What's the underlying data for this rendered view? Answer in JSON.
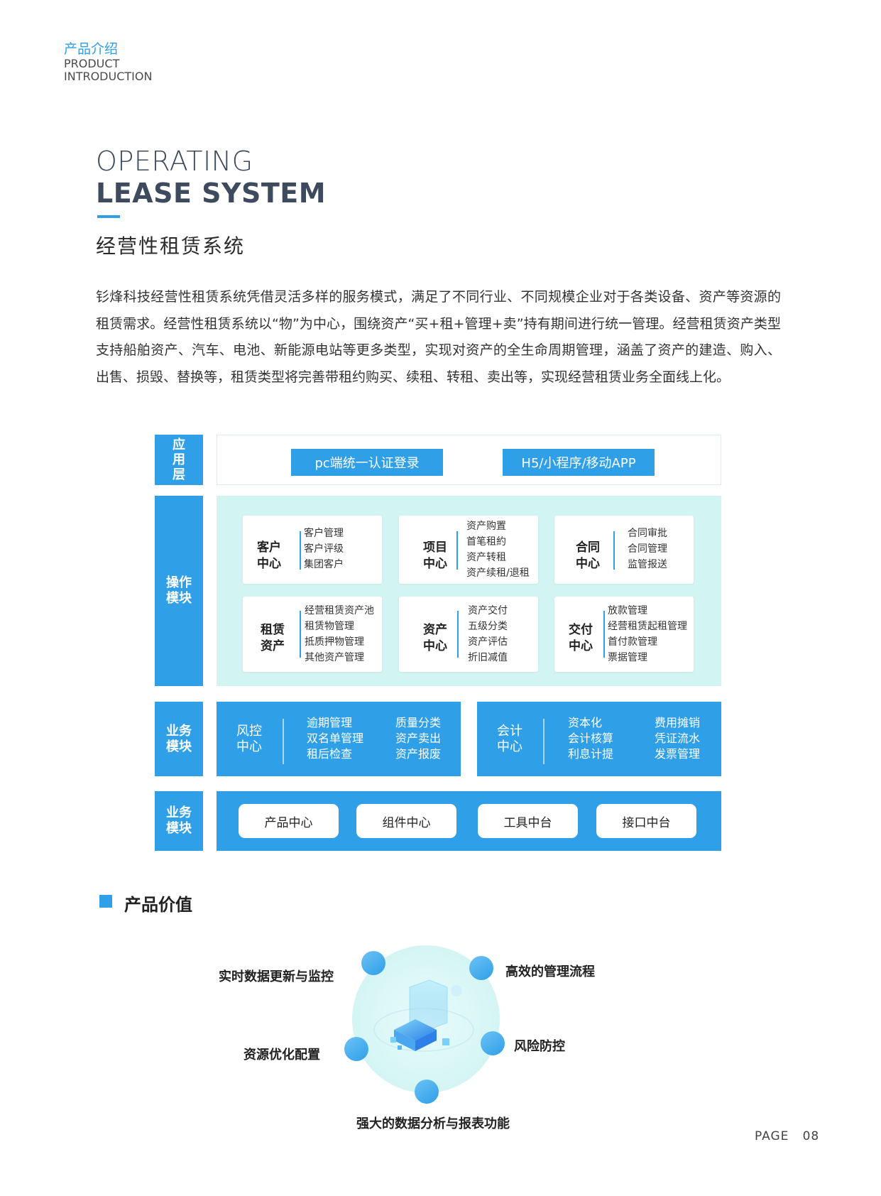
{
  "header": {
    "section_cn": "产品介绍",
    "section_en_1": "PRODUCT",
    "section_en_2": "INTRODUCTION"
  },
  "title": {
    "en_line1": "OPERATING",
    "en_line2": "LEASE SYSTEM",
    "cn": "经营性租赁系统"
  },
  "intro": "钐烽科技经营性租赁系统凭借灵活多样的服务模式，满足了不同行业、不同规模企业对于各类设备、资产等资源的租赁需求。经营性租赁系统以“物”为中心，围绕资产“买+租+管理+卖”持有期间进行统一管理。经营租赁资产类型支持船舶资产、汽车、电池、新能源电站等更多类型，实现对资产的全生命周期管理，涵盖了资产的建造、购入、出售、损毁、替换等，租赁类型将完善带租约购买、续租、转租、卖出等，实现经营租赁业务全面线上化。",
  "diagram": {
    "layers": {
      "app": [
        "应",
        "用",
        "层"
      ],
      "ops": [
        "操作",
        "模块"
      ],
      "biz": [
        "业务",
        "模块"
      ],
      "platform": [
        "业务",
        "模块"
      ]
    },
    "app_buttons": [
      "pc端统一认证登录",
      "H5/小程序/移动APP"
    ],
    "op_cards": [
      {
        "title": [
          "客户",
          "中心"
        ],
        "items": [
          "客户管理",
          "客户评级",
          "集团客户"
        ]
      },
      {
        "title": [
          "项目",
          "中心"
        ],
        "items": [
          "资产购置",
          "首笔租約",
          "资产转租",
          "资产续租/退租"
        ]
      },
      {
        "title": [
          "合同",
          "中心"
        ],
        "items": [
          "合同审批",
          "合同管理",
          "监管报送"
        ]
      },
      {
        "title": [
          "租赁",
          "资产"
        ],
        "items": [
          "经营租赁资产池",
          "租赁物管理",
          "抵质押物管理",
          "其他资产管理"
        ]
      },
      {
        "title": [
          "资产",
          "中心"
        ],
        "items": [
          "资产交付",
          "五级分类",
          "资产评估",
          "折旧减值"
        ]
      },
      {
        "title": [
          "交付",
          "中心"
        ],
        "items": [
          "放款管理",
          "经营租赁起租管理",
          "首付款管理",
          "票据管理"
        ]
      }
    ],
    "biz_panels": [
      {
        "title": [
          "风控",
          "中心"
        ],
        "col1": [
          "逾期管理",
          "双名单管理",
          "租后检查"
        ],
        "col2": [
          "质量分类",
          "资产卖出",
          "资产报废"
        ]
      },
      {
        "title": [
          "会计",
          "中心"
        ],
        "col1": [
          "资本化",
          "会计核算",
          "利息计提"
        ],
        "col2": [
          "费用摊销",
          "凭证流水",
          "发票管理"
        ]
      }
    ],
    "platform_buttons": [
      "产品中心",
      "组件中心",
      "工具中台",
      "接口中台"
    ]
  },
  "value": {
    "heading": "产品价值",
    "items": [
      "实时数据更新与监控",
      "高效的管理流程",
      "资源优化配置",
      "风险防控",
      "强大的数据分析与报表功能"
    ]
  },
  "footer": {
    "page": "PAGE   08"
  },
  "colors": {
    "accent": "#2f9fe8",
    "panel_mint": "#d2f4f2"
  }
}
